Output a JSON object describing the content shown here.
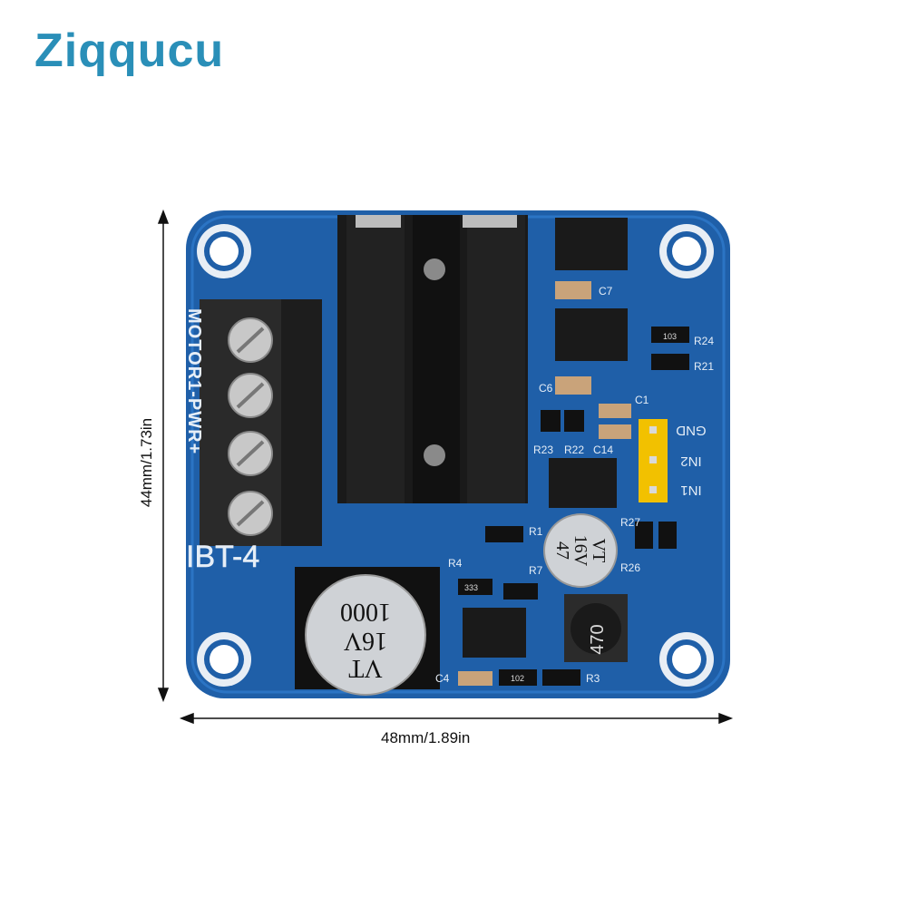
{
  "brand": {
    "logo_text": "Ziqqucu"
  },
  "dimensions": {
    "width_label": "48mm/1.89in",
    "height_label": "44mm/1.73in"
  },
  "board": {
    "model": "IBT-4",
    "terminal_label": "MOTOR1-PWR+",
    "pins": [
      "GND",
      "IN2",
      "IN1"
    ],
    "cap_large": {
      "line1": "VT",
      "line2": "16V",
      "line3": "1000"
    },
    "cap_small": {
      "line1": "VT",
      "line2": "16V",
      "line3": "47"
    },
    "inductor": "470",
    "components": [
      "C7",
      "C6",
      "C1",
      "R21",
      "R24",
      "R23",
      "R22",
      "C14",
      "R1",
      "R4",
      "R7",
      "R3",
      "C4",
      "R27",
      "R26"
    ],
    "resistor_code": "103",
    "resistor_code_2": "102",
    "resistor_code_3": "333"
  },
  "colors": {
    "pcb": "#1f5fa8",
    "pcb_dark": "#174a86",
    "heatsink": "#1a1a1a",
    "terminal": "#2a2a2a",
    "header": "#f2c100",
    "logo_accent": "#2a8fb8"
  }
}
